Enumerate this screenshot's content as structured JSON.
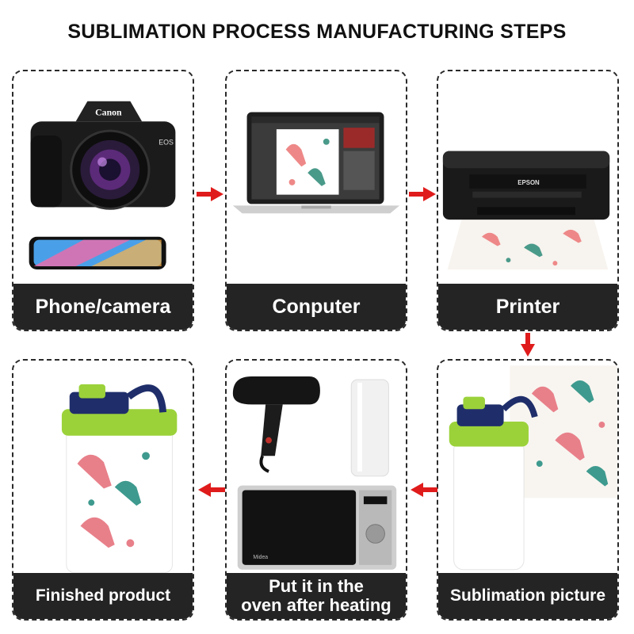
{
  "title": "SUBLIMATION PROCESS MANUFACTURING STEPS",
  "colors": {
    "arrow": "#e01b1b",
    "label_bg": "#242424",
    "border": "#2a2a2a"
  },
  "steps": [
    {
      "label": "Phone/camera",
      "camera_brand": "Canon",
      "camera_model": "EOS"
    },
    {
      "label": "Conputer"
    },
    {
      "label": "Printer",
      "printer_brand": "EPSON"
    },
    {
      "label": "Sublimation picture"
    },
    {
      "label_line1": "Put it in the",
      "label_line2": "oven after heating",
      "microwave_brand": "Midea"
    },
    {
      "label": "Finished product"
    }
  ]
}
